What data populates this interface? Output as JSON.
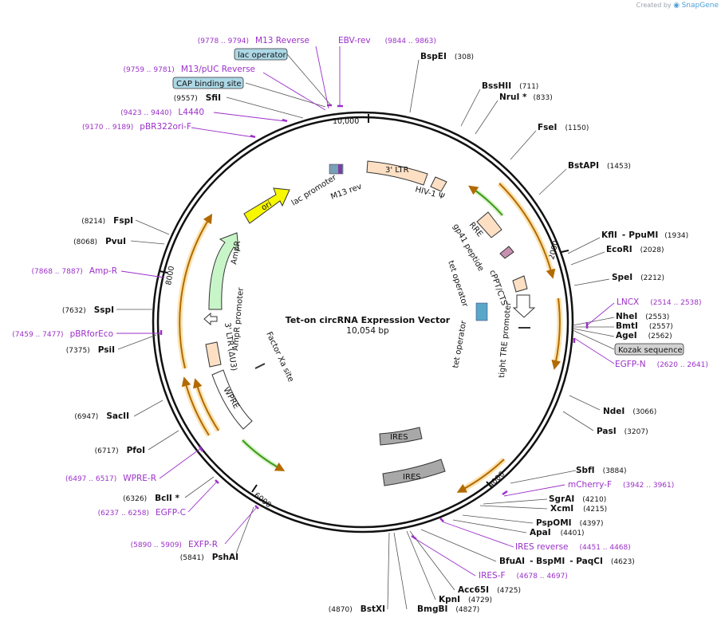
{
  "header": {
    "watermark_prefix": "Created by",
    "watermark_brand": "SnapGene"
  },
  "plasmid": {
    "name": "Tet-on circRNA Expression Vector",
    "size_label": "10,054 bp"
  },
  "ticks": [
    "10,000",
    "2000",
    "4000",
    "6000",
    "8000"
  ],
  "enzymes": [
    {
      "name": "BspEI",
      "pos": "(308)"
    },
    {
      "name": "BssHII",
      "pos": "(711)"
    },
    {
      "name": "NruI *",
      "pos": "(833)"
    },
    {
      "name": "FseI",
      "pos": "(1150)"
    },
    {
      "name": "BstAPI",
      "pos": "(1453)"
    },
    {
      "name": "KflI",
      "sep": "-",
      "name2": "PpuMI",
      "pos": "(1934)"
    },
    {
      "name": "EcoRI",
      "pos": "(2028)"
    },
    {
      "name": "SpeI",
      "pos": "(2212)"
    },
    {
      "name": "NheI",
      "pos": "(2553)"
    },
    {
      "name": "BmtI",
      "pos": "(2557)"
    },
    {
      "name": "AgeI",
      "pos": "(2562)"
    },
    {
      "name": "NdeI",
      "pos": "(3066)"
    },
    {
      "name": "PasI",
      "pos": "(3207)"
    },
    {
      "name": "SbfI",
      "pos": "(3884)"
    },
    {
      "name": "SgrAI",
      "pos": "(4210)"
    },
    {
      "name": "XcmI",
      "pos": "(4215)"
    },
    {
      "name": "PspOMI",
      "pos": "(4397)"
    },
    {
      "name": "ApaI",
      "pos": "(4401)"
    },
    {
      "name": "BfuAI",
      "sep": "- BspMI",
      "name2": "- PaqCI",
      "pos": "(4623)"
    },
    {
      "name": "Acc65I",
      "pos": "(4725)"
    },
    {
      "name": "KpnI",
      "pos": "(4729)"
    },
    {
      "name": "BmgBI",
      "pos": "(4827)"
    },
    {
      "name": "BstXI",
      "pos": "(4870)"
    },
    {
      "name": "PshAI",
      "pos": "(5841)"
    },
    {
      "name": "BclI *",
      "pos": "(6326)"
    },
    {
      "name": "PfoI",
      "pos": "(6717)"
    },
    {
      "name": "SacII",
      "pos": "(6947)"
    },
    {
      "name": "PsiI",
      "pos": "(7375)"
    },
    {
      "name": "SspI",
      "pos": "(7632)"
    },
    {
      "name": "PvuI",
      "pos": "(8068)"
    },
    {
      "name": "FspI",
      "pos": "(8214)"
    },
    {
      "name": "SfiI",
      "pos": "(9557)"
    }
  ],
  "primers": [
    {
      "name": "M13 Reverse",
      "range": "(9778 .. 9794)"
    },
    {
      "name": "EBV-rev",
      "range": "(9844 .. 9863)"
    },
    {
      "name": "M13/pUC Reverse",
      "range": "(9759 .. 9781)"
    },
    {
      "name": "L4440",
      "range": "(9423 .. 9440)"
    },
    {
      "name": "pBR322ori-F",
      "range": "(9170 .. 9189)"
    },
    {
      "name": "Amp-R",
      "range": "(7868 .. 7887)"
    },
    {
      "name": "pBRforEco",
      "range": "(7459 .. 7477)"
    },
    {
      "name": "LNCX",
      "range": "(2514 .. 2538)"
    },
    {
      "name": "EGFP-N",
      "range": "(2620 .. 2641)"
    },
    {
      "name": "mCherry-F",
      "range": "(3942 .. 3961)"
    },
    {
      "name": "IRES reverse",
      "range": "(4451 .. 4468)"
    },
    {
      "name": "IRES-F",
      "range": "(4678 .. 4697)"
    },
    {
      "name": "WPRE-R",
      "range": "(6497 .. 6517)"
    },
    {
      "name": "EGFP-C",
      "range": "(6237 .. 6258)"
    },
    {
      "name": "EXFP-R",
      "range": "(5890 .. 5909)"
    }
  ],
  "boxed_labels": [
    "lac operator",
    "CAP binding site",
    "Kozak sequence"
  ],
  "features": [
    "3' LTR",
    "HIV-1 Ψ",
    "RRE",
    "gp41 peptide",
    "cPPT/CTS",
    "tet operator",
    "tet operator",
    "tight TRE promoter",
    "IRES",
    "IRES",
    "ori",
    "lac promoter",
    "M13 rev",
    "AmpR",
    "AmpR promoter",
    "3' LTR (ΔU3)",
    "Factor Xa site",
    "WPRE"
  ],
  "colors": {
    "backbone": "#111111",
    "primer": "#9b30c8",
    "orange_arrow": "#b36a00",
    "orange_halo": "#fbe3b0",
    "green_arrow": "#3c9a1c",
    "ltr_fill": "#fde0c4",
    "ori_fill": "#f7f700",
    "ampr_fill": "#c8f5c8",
    "ires_fill": "#a8a8a8",
    "box_fill": "#add8e6",
    "kozak_fill": "#d3d3d3",
    "tet_fill": "#5aa7c8"
  }
}
